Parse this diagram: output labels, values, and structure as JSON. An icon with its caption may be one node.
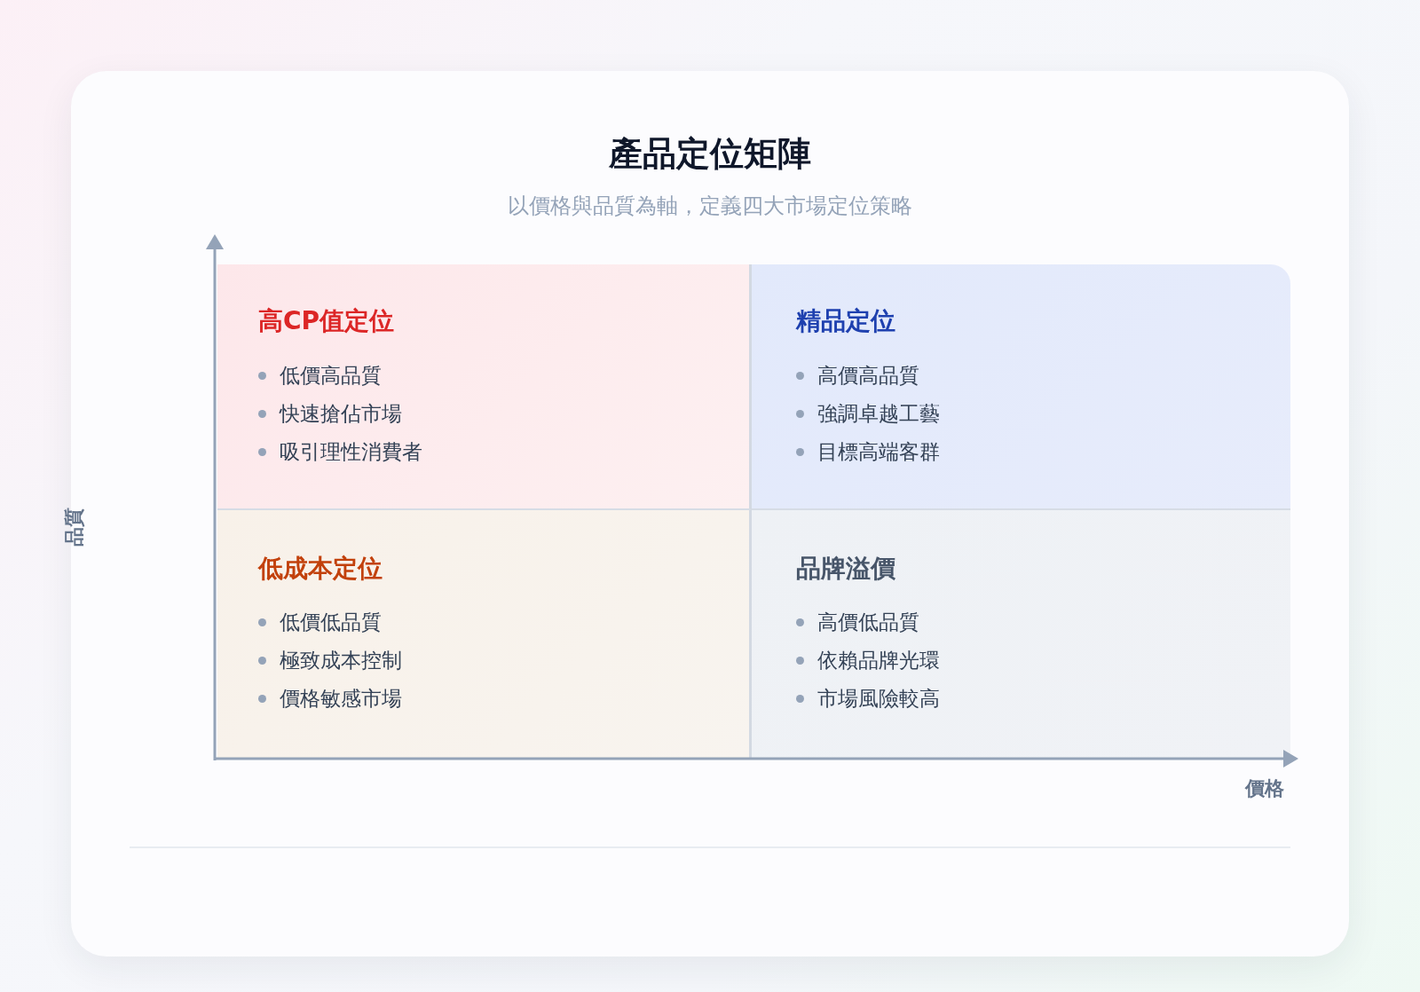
{
  "diagram": {
    "title": "產品定位矩陣",
    "nodes": [
      {
        "text": [
          "高CP值定位",
          "低價高品質",
          "快速搶佔市場",
          "吸引理性消費者"
        ]
      },
      {
        "text": [
          "精品定位",
          "高價高品質",
          "強調卓越工藝",
          "目標高端客群"
        ]
      },
      {
        "text": [
          "低成本定位",
          "低價低品質",
          "極致成本控制",
          "價格敏感市場"
        ]
      },
      {
        "text": [
          "品牌溢價",
          "高價低品質",
          "依賴品牌光環",
          "市場風險較高"
        ]
      }
    ],
    "labels": [
      "以價格與品質為軸，定義四大市場定位策略",
      "品質",
      "價格"
    ]
  }
}
